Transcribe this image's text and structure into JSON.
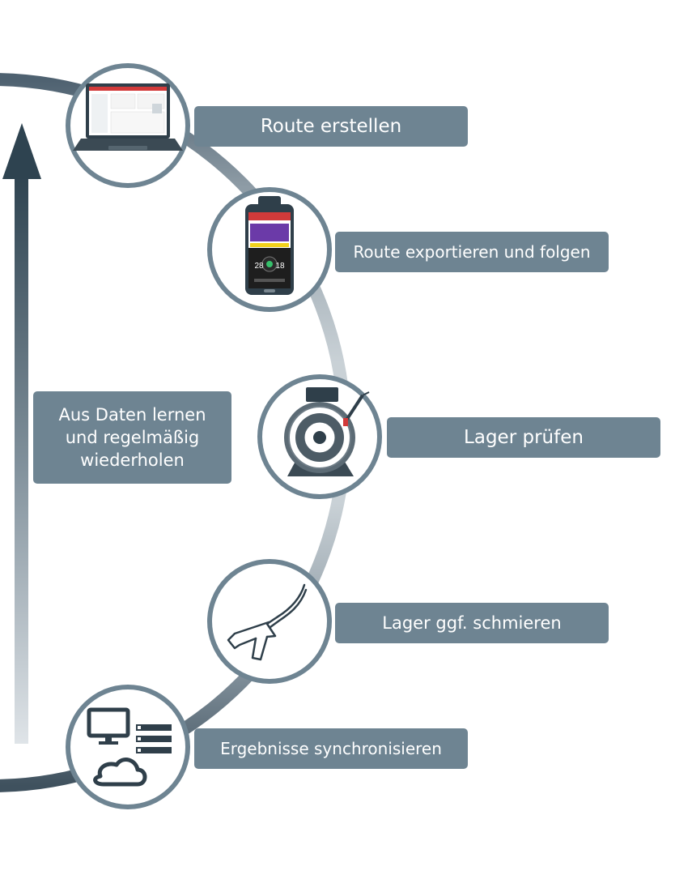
{
  "colors": {
    "arc_dark": "#4e6170",
    "arc_light": "#c9d1d6",
    "box_fill": "#6e8492",
    "circle_stroke": "#6e8492",
    "icon_dark": "#2f3f4a",
    "accent_red": "#d23a3a",
    "arrow_dark": "#2e4350"
  },
  "steps": [
    {
      "label": "Route erstellen",
      "icon": "laptop-icon"
    },
    {
      "label": "Route exportieren und folgen",
      "icon": "handheld-device-icon"
    },
    {
      "label": "Lager prüfen",
      "icon": "electric-motor-icon"
    },
    {
      "label": "Lager ggf. schmieren",
      "icon": "grease-gun-icon"
    },
    {
      "label": "Ergebnisse synchronisieren",
      "icon": "cloud-sync-icon"
    }
  ],
  "learn": {
    "lines": [
      "Aus Daten lernen",
      "und regelmäßig",
      "wiederholen"
    ],
    "icon": "up-arrow-icon"
  },
  "device_screen": {
    "left_value": "28",
    "right_value": "18"
  }
}
